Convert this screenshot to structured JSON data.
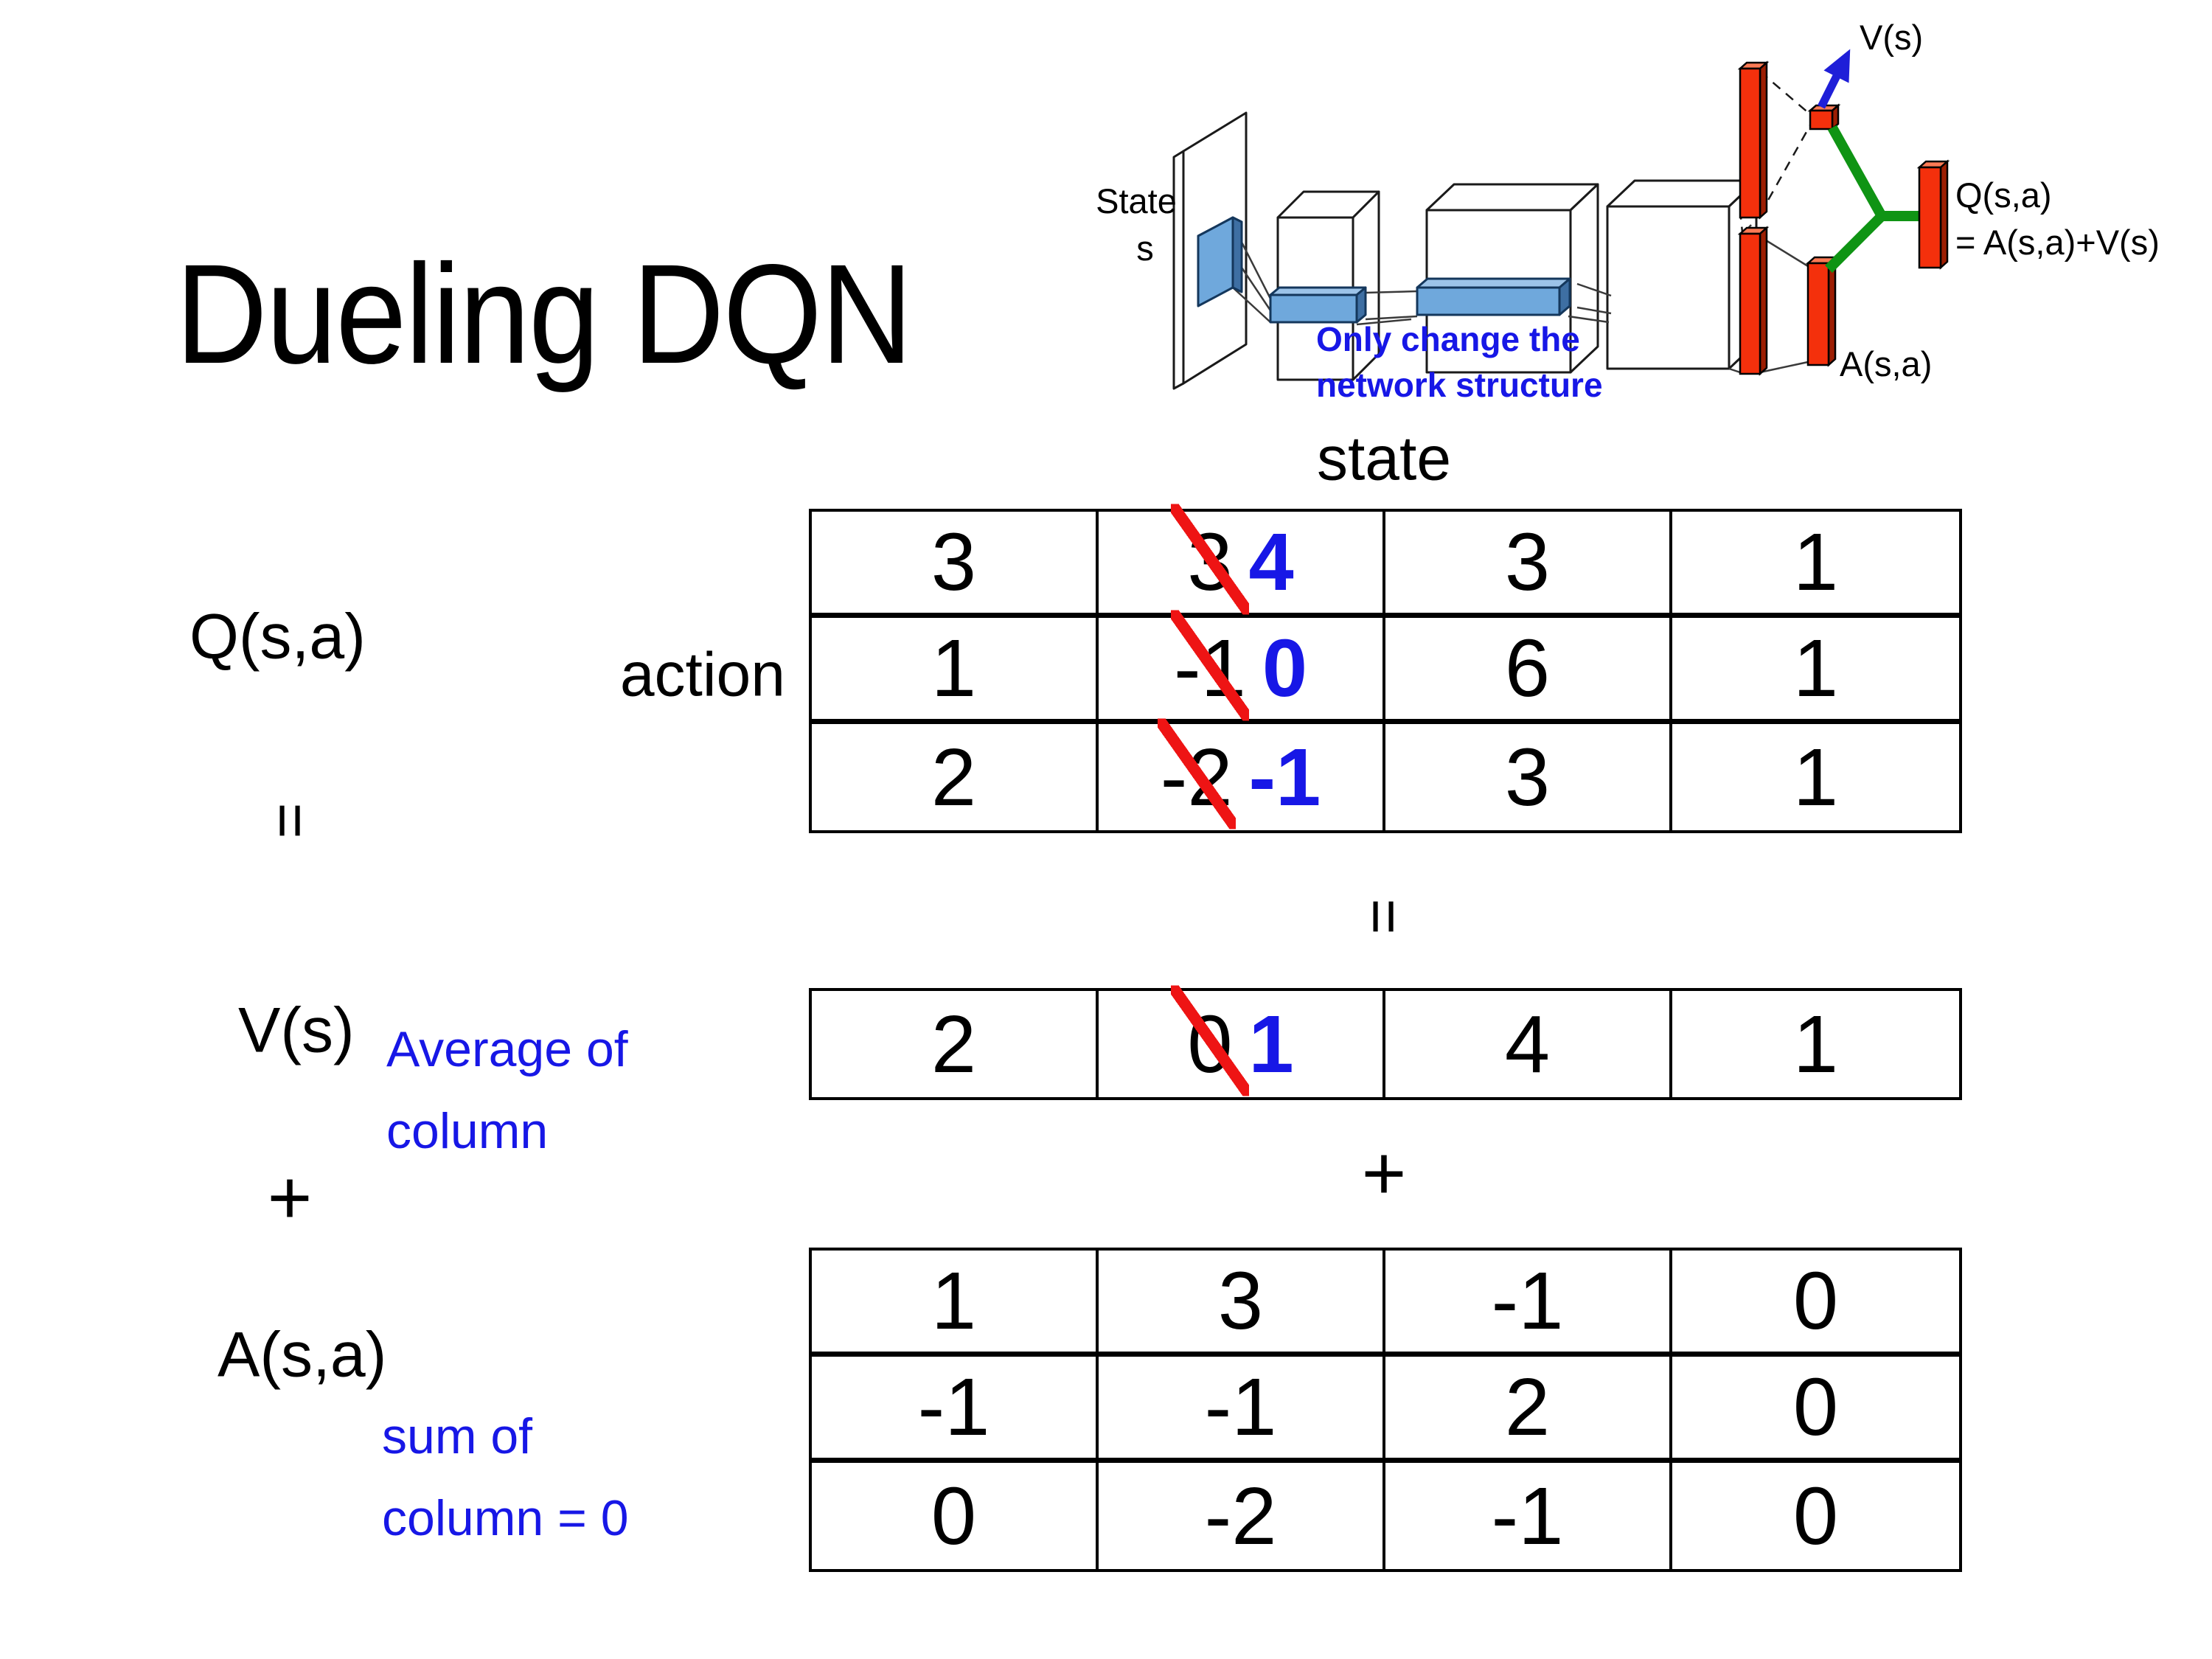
{
  "slide": {
    "title": "Dueling DQN"
  },
  "diagram": {
    "state_line1": "State",
    "state_line2": "s",
    "note_line1": "Only change the",
    "note_line2": "network structure",
    "v_out": "V(s)",
    "a_out": "A(s,a)",
    "q_out_line1": "Q(s,a)",
    "q_out_line2": "= A(s,a)+V(s)"
  },
  "labels": {
    "q": "Q(s,a)",
    "v": "V(s)",
    "a": "A(s,a)",
    "equals_left": "=",
    "equals_center": "=",
    "plus_left": "+",
    "plus_center": "+",
    "state": "state",
    "action": "action",
    "avg_line1": "Average of",
    "avg_line2": "column",
    "sum_line1": "sum of",
    "sum_line2": "column = 0"
  },
  "tables": {
    "q": {
      "rows": [
        [
          {
            "v": "3"
          },
          {
            "old": "3",
            "new": "4"
          },
          {
            "v": "3"
          },
          {
            "v": "1"
          }
        ],
        [
          {
            "v": "1"
          },
          {
            "old": "-1",
            "new": "0"
          },
          {
            "v": "6"
          },
          {
            "v": "1"
          }
        ],
        [
          {
            "v": "2"
          },
          {
            "old": "-2",
            "new": "-1"
          },
          {
            "v": "3"
          },
          {
            "v": "1"
          }
        ]
      ]
    },
    "v": {
      "rows": [
        [
          {
            "v": "2"
          },
          {
            "old": "0",
            "new": "1"
          },
          {
            "v": "4"
          },
          {
            "v": "1"
          }
        ]
      ]
    },
    "a": {
      "rows": [
        [
          {
            "v": "1"
          },
          {
            "v": "3"
          },
          {
            "v": "-1"
          },
          {
            "v": "0"
          }
        ],
        [
          {
            "v": "-1"
          },
          {
            "v": "-1"
          },
          {
            "v": "2"
          },
          {
            "v": "0"
          }
        ],
        [
          {
            "v": "0"
          },
          {
            "v": "-2"
          },
          {
            "v": "-1"
          },
          {
            "v": "0"
          }
        ]
      ]
    }
  },
  "colors": {
    "accent_blue": "#1717e6",
    "cross_red": "#ee1414",
    "diagram_red": "#f4300c",
    "diagram_red_dark": "#9c1e03",
    "diagram_red_light": "#fa7a55",
    "diagram_green": "#0f9414",
    "arrow_blue": "#1f1fd8",
    "box_blue": "#6fa8dc",
    "box_blue_light": "#9cc3e8",
    "box_blue_dark": "#3e6fa3"
  }
}
